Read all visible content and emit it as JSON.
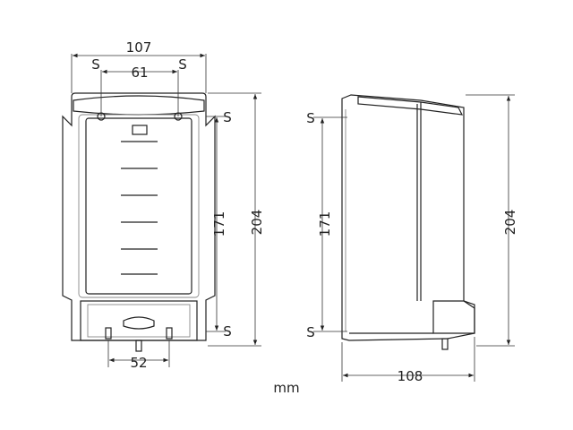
{
  "units": "mm",
  "front_view": {
    "overall_width": "107",
    "screw_spacing_top": "61",
    "screw_spacing_bottom": "52",
    "screw_vertical_spacing": "171",
    "overall_height": "204",
    "screw_markers": [
      "S",
      "S",
      "S",
      "S"
    ]
  },
  "side_view": {
    "overall_depth": "108",
    "screw_vertical_spacing": "171",
    "overall_height": "204",
    "screw_markers": [
      "S",
      "S"
    ]
  },
  "colors": {
    "line": "#222222",
    "ghost": "#888888",
    "background": "#ffffff"
  }
}
